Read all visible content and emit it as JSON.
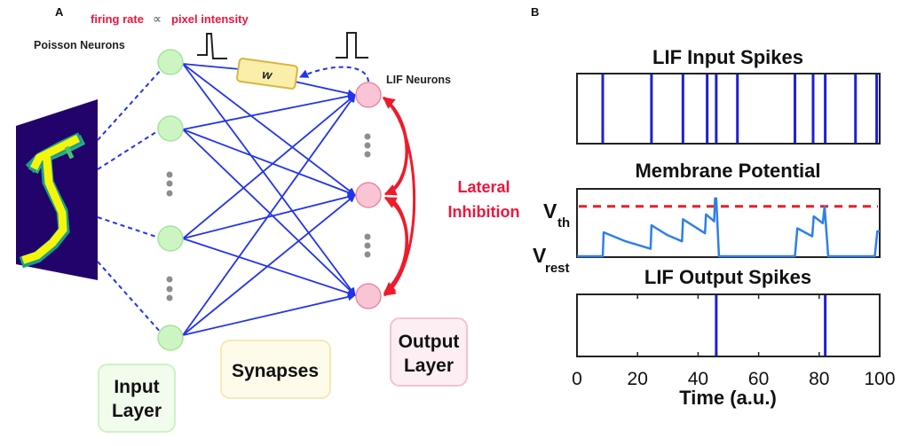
{
  "panel_a": {
    "letter": "A",
    "annotation": {
      "left": "firing rate",
      "symbol": "∝",
      "right": "pixel intensity"
    },
    "poisson_label": "Poisson Neurons",
    "lif_label": "LIF Neurons",
    "weight_label": "w",
    "lateral_label_line1": "Lateral",
    "lateral_label_line2": "Inhibition",
    "input_layer": {
      "line1": "Input",
      "line2": "Layer"
    },
    "synapses_label": "Synapses",
    "output_layer": {
      "line1": "Output",
      "line2": "Layer"
    },
    "input_image_digit": "5",
    "icons": [
      "pulse-icon",
      "ellipsis-dots-icon",
      "arrowhead-icon"
    ],
    "colors": {
      "input_neuron_fill": "#cdf5c4",
      "input_neuron_stroke": "#a5e39a",
      "output_neuron_fill": "#f9c4d4",
      "output_neuron_stroke": "#e58aa5",
      "synapse_line": "#2233ee",
      "inhibition": "#f01a2a",
      "annotation_text": "#f0143c",
      "weight_box_fill": "#fbeeaa",
      "weight_box_stroke": "#d8b640",
      "input_layer_box": "#d8f7cd",
      "synapse_box": "#fcf1c8",
      "output_layer_box": "#fbd9e4",
      "image_bg": "#22036b",
      "image_digit": "#f5f50c"
    }
  },
  "panel_b": {
    "letter": "B"
  },
  "chart_data": [
    {
      "type": "raster",
      "title": "LIF Input Spikes",
      "xlim": [
        0,
        100
      ],
      "spike_times": [
        8.5,
        24.6,
        35,
        43,
        46,
        53,
        72,
        78,
        82,
        92,
        99
      ],
      "color": "#1f1fd6"
    },
    {
      "type": "line",
      "title": "Membrane Potential",
      "xlim": [
        0,
        100
      ],
      "ylim": [
        0,
        1.35
      ],
      "y_tick_labels": [
        {
          "main": "V",
          "sub": "th",
          "value": 1.0
        },
        {
          "main": "V",
          "sub": "rest",
          "value": 0
        }
      ],
      "threshold": {
        "value": 1.0,
        "style": "dashed",
        "color": "#ee1c25"
      },
      "series_color": "#2f7fe8",
      "x": [
        0,
        8.5,
        8.8,
        16,
        24.3,
        24.6,
        30,
        34.7,
        35,
        42.3,
        42.6,
        45.3,
        45.6,
        46,
        46.9,
        72,
        72.8,
        77.7,
        78.2,
        81.2,
        81.8,
        83,
        98.4,
        99.2,
        100
      ],
      "y": [
        0,
        0,
        0.48,
        0.3,
        0.15,
        0.62,
        0.42,
        0.3,
        0.74,
        0.46,
        0.84,
        0.7,
        1.16,
        1.16,
        0,
        0,
        0.56,
        0.4,
        0.8,
        0.66,
        1.0,
        0,
        0,
        0.5,
        0.5
      ]
    },
    {
      "type": "raster",
      "title": "LIF Output Spikes",
      "xlabel": "Time (a.u.)",
      "xlim": [
        0,
        100
      ],
      "x_ticks": [
        0,
        20,
        40,
        60,
        80,
        100
      ],
      "x_tick_labels": [
        "0",
        "20",
        "40",
        "60",
        "80",
        "100"
      ],
      "spike_times": [
        46,
        82
      ],
      "color": "#1f1fd6"
    }
  ]
}
